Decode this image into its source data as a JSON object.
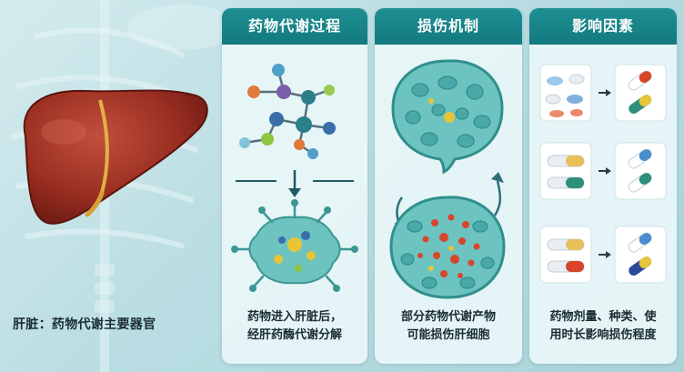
{
  "liver": {
    "caption": "肝脏：药物代谢主要器官"
  },
  "panels": [
    {
      "title": "药物代谢过程",
      "caption_line1": "药物进入肝脏后，",
      "caption_line2": "经肝药酶代谢分解"
    },
    {
      "title": "损伤机制",
      "caption_line1": "部分药物代谢产物",
      "caption_line2": "可能损伤肝细胞"
    },
    {
      "title": "影响因素",
      "caption_line1": "药物剂量、种类、使",
      "caption_line2": "用时长影响损伤程度"
    }
  ],
  "colors": {
    "header_teal": "#137a80",
    "liver_red": "#9c2f22",
    "cell_teal": "#6cc3c0",
    "background": "#b9dde2"
  }
}
